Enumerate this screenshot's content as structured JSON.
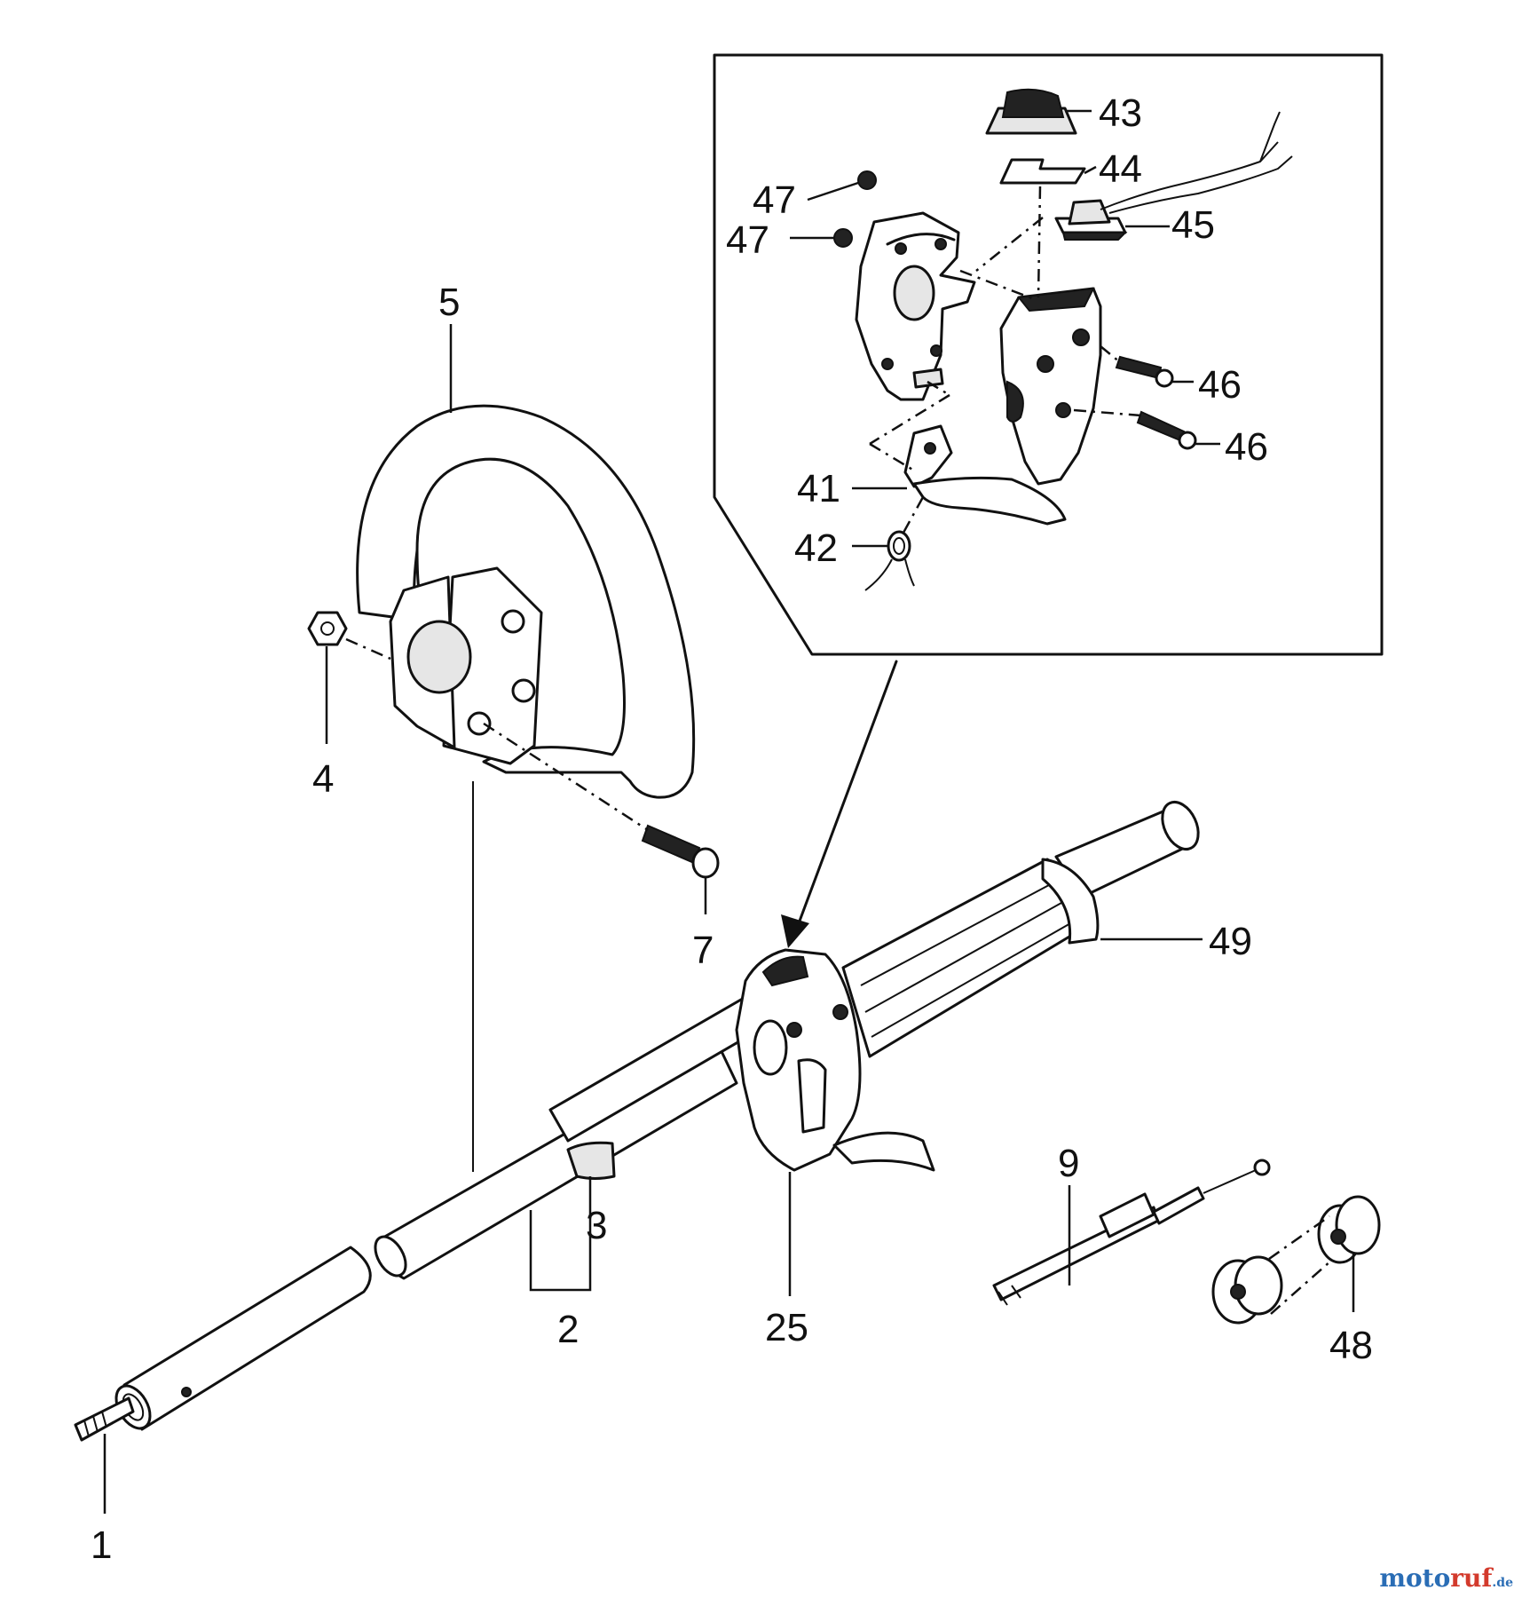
{
  "callouts": {
    "p1": "1",
    "p2": "2",
    "p3": "3",
    "p4": "4",
    "p5": "5",
    "p7": "7",
    "p9": "9",
    "p25": "25",
    "p41": "41",
    "p42": "42",
    "p43": "43",
    "p44": "44",
    "p45": "45",
    "p46a": "46",
    "p46b": "46",
    "p47a": "47",
    "p47b": "47",
    "p48": "48",
    "p49": "49"
  },
  "watermark": {
    "part_a": "moto",
    "part_b": "ruf",
    "part_c": ".de"
  },
  "colors": {
    "line": "#111111",
    "watermark_blue": "#2a6db5",
    "watermark_red": "#d33a2c"
  }
}
